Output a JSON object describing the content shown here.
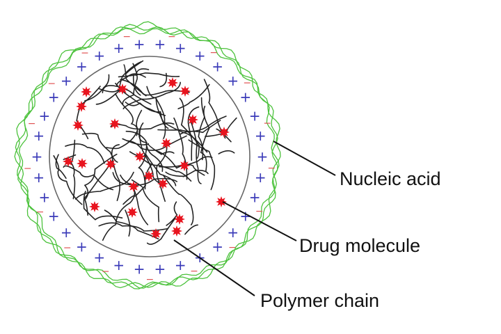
{
  "labels": {
    "nucleic_acid": "Nucleic acid",
    "drug_molecule": "Drug molecule",
    "polymer_chain": "Polymer chain"
  },
  "colors": {
    "nucleic_acid": "#4cc23c",
    "positive_charge": "#3a3ab8",
    "negative_charge": "#e05050",
    "drug": "#e8141e",
    "polymer": "#222222",
    "core_outline": "#666666"
  },
  "symbols": {
    "positive": "+",
    "negative": "−"
  }
}
